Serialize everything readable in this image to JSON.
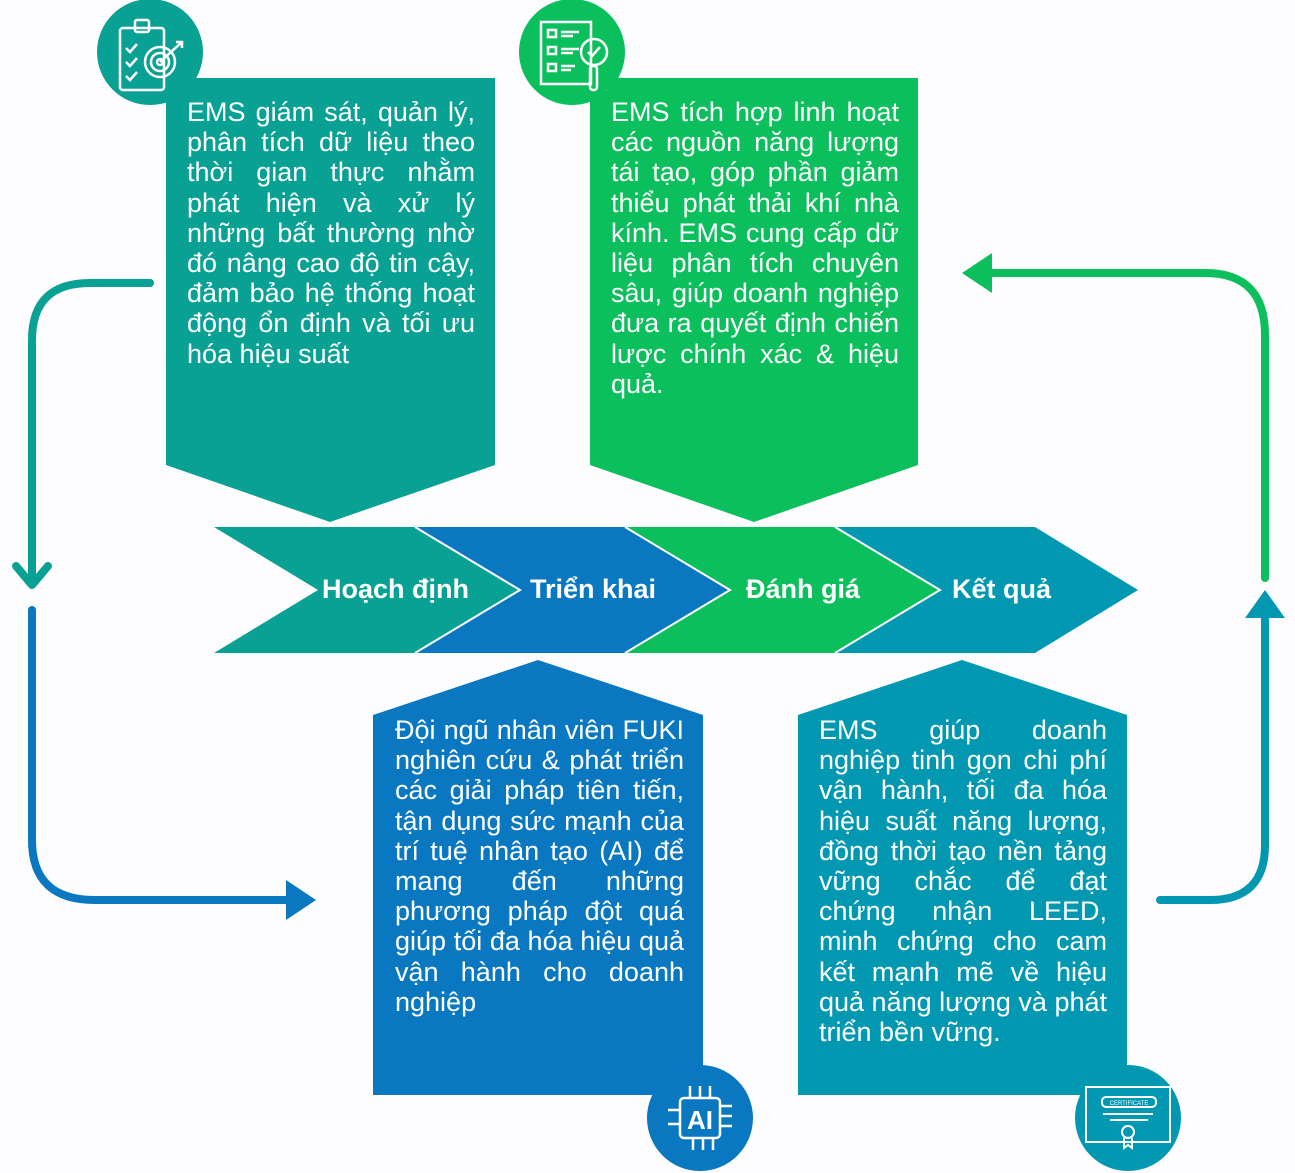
{
  "colors": {
    "teal": "#0aa195",
    "green": "#0bbf5c",
    "blue": "#0a77c1",
    "cyan": "#0298b2"
  },
  "stages": [
    {
      "label": "Hoạch định"
    },
    {
      "label": "Triển khai"
    },
    {
      "label": "Đánh giá"
    },
    {
      "label": "Kết quả"
    }
  ],
  "boxes": {
    "planning": "EMS giám sát, quản lý, phân tích dữ liệu theo thời gian thực nhằm phát hiện và xử lý những bất thường nhờ đó nâng cao độ tin cậy, đảm bảo hệ thống hoạt động ổn định và tối ưu hóa hiệu suất",
    "evaluation": "EMS tích hợp linh hoạt các nguồn năng lượng tái tạo, góp phần giảm thiểu phát thải khí nhà kính. EMS cung cấp dữ liệu phân tích chuyên sâu, giúp doanh nghiệp đưa ra quyết định chiến lược chính xác & hiệu quả.",
    "deployment": "Đội ngũ nhân viên FUKI nghiên cứu & phát triển các giải pháp tiên tiến, tận dụng sức mạnh của trí tuệ nhân tạo (AI) để mang đến những phương pháp đột quá giúp tối đa hóa hiệu quả vận hành cho doanh nghiệp",
    "result": "EMS giúp doanh nghiệp tinh gọn chi phí vận hành, tối đa hóa hiệu suất năng lượng, đồng thời tạo nền tảng vững chắc để đạt chứng nhận LEED, minh chứng cho cam kết mạnh mẽ về hiệu quả năng lượng và phát triển bền vững."
  },
  "icons": {
    "ai_label": "AI",
    "certificate_label": "CERTIFICATE"
  }
}
